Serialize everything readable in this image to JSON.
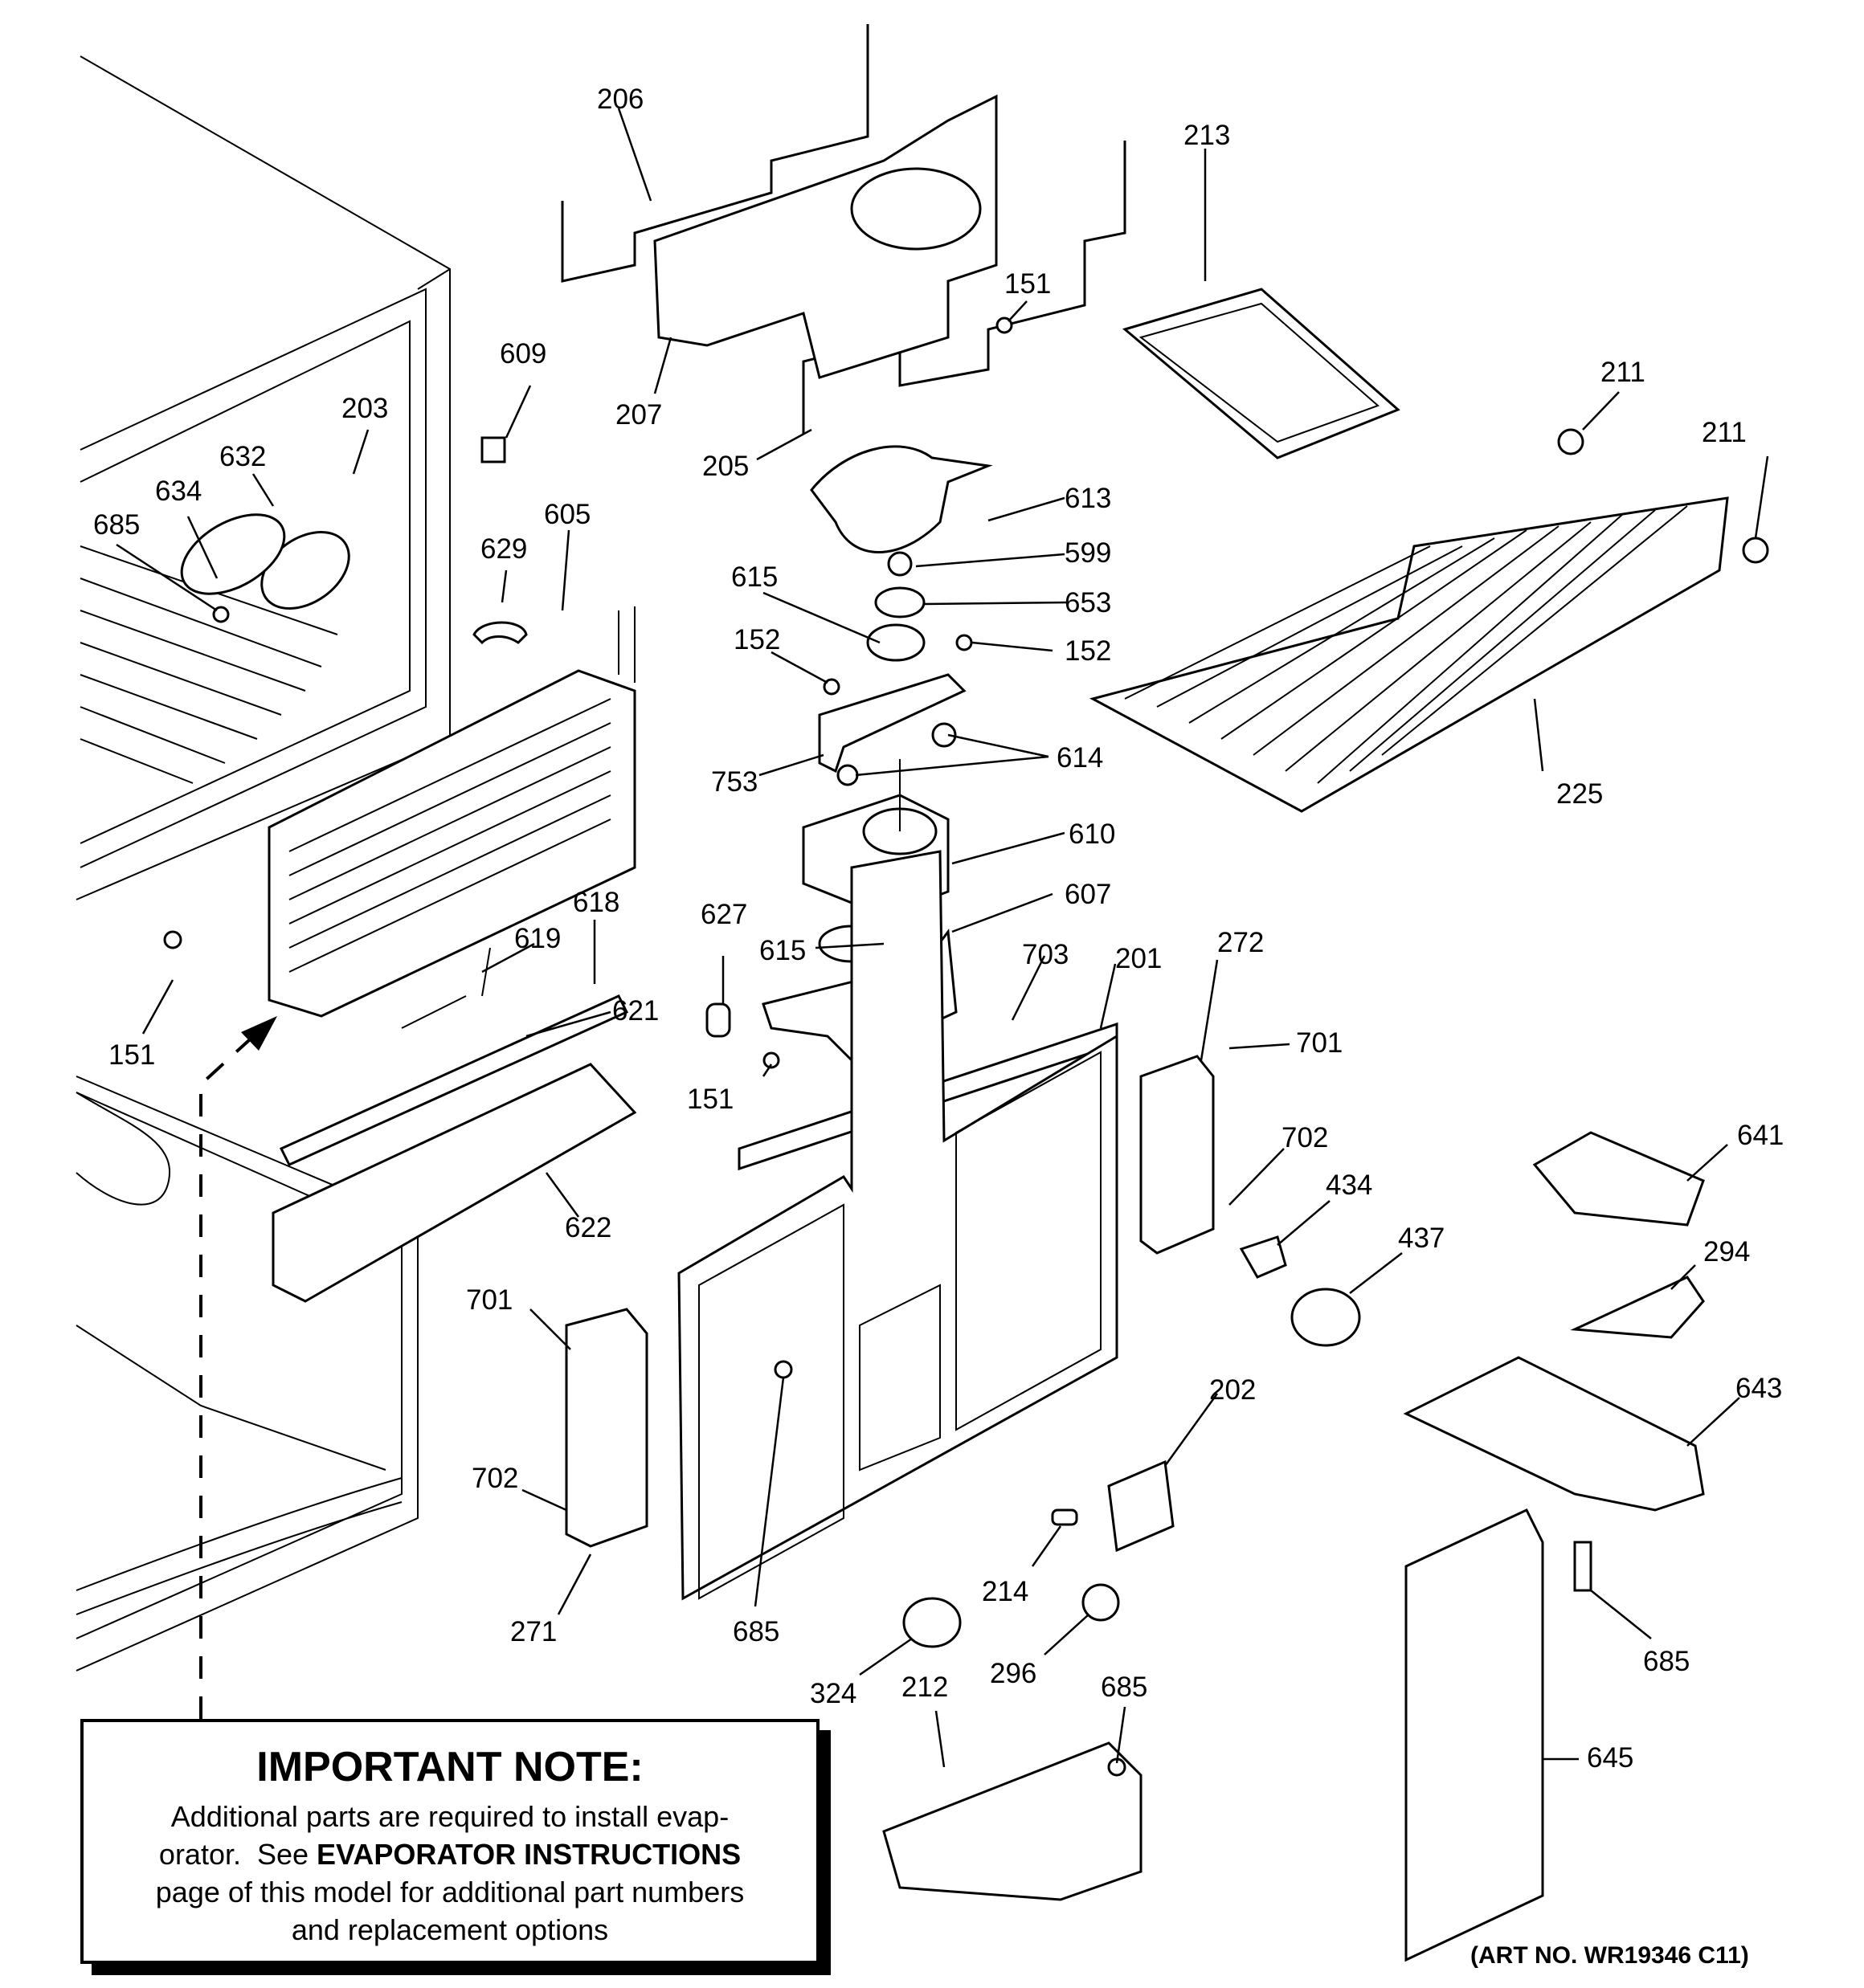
{
  "note": {
    "title": "IMPORTANT NOTE:",
    "line1": "Additional parts are required to install evap-",
    "line2_prefix": "orator.  See ",
    "line2_bold": "EVAPORATOR INSTRUCTIONS",
    "line3": "page of this model for additional part numbers",
    "line4": "and replacement options"
  },
  "art_number": "(ART NO. WR19346 C11)",
  "callouts": [
    {
      "id": "c-206",
      "label": "206"
    },
    {
      "id": "c-213",
      "label": "213"
    },
    {
      "id": "c-151a",
      "label": "151"
    },
    {
      "id": "c-609",
      "label": "609"
    },
    {
      "id": "c-203",
      "label": "203"
    },
    {
      "id": "c-207",
      "label": "207"
    },
    {
      "id": "c-211a",
      "label": "211"
    },
    {
      "id": "c-211b",
      "label": "211"
    },
    {
      "id": "c-632",
      "label": "632"
    },
    {
      "id": "c-205",
      "label": "205"
    },
    {
      "id": "c-634",
      "label": "634"
    },
    {
      "id": "c-613",
      "label": "613"
    },
    {
      "id": "c-685a",
      "label": "685"
    },
    {
      "id": "c-605",
      "label": "605"
    },
    {
      "id": "c-629",
      "label": "629"
    },
    {
      "id": "c-599",
      "label": "599"
    },
    {
      "id": "c-615a",
      "label": "615"
    },
    {
      "id": "c-653",
      "label": "653"
    },
    {
      "id": "c-152a",
      "label": "152"
    },
    {
      "id": "c-152b",
      "label": "152"
    },
    {
      "id": "c-614",
      "label": "614"
    },
    {
      "id": "c-753",
      "label": "753"
    },
    {
      "id": "c-225",
      "label": "225"
    },
    {
      "id": "c-610",
      "label": "610"
    },
    {
      "id": "c-618",
      "label": "618"
    },
    {
      "id": "c-627",
      "label": "627"
    },
    {
      "id": "c-607",
      "label": "607"
    },
    {
      "id": "c-619",
      "label": "619"
    },
    {
      "id": "c-615b",
      "label": "615"
    },
    {
      "id": "c-703",
      "label": "703"
    },
    {
      "id": "c-201",
      "label": "201"
    },
    {
      "id": "c-272",
      "label": "272"
    },
    {
      "id": "c-621",
      "label": "621"
    },
    {
      "id": "c-701a",
      "label": "701"
    },
    {
      "id": "c-151b",
      "label": "151"
    },
    {
      "id": "c-151c",
      "label": "151"
    },
    {
      "id": "c-702a",
      "label": "702"
    },
    {
      "id": "c-641",
      "label": "641"
    },
    {
      "id": "c-434",
      "label": "434"
    },
    {
      "id": "c-622",
      "label": "622"
    },
    {
      "id": "c-437",
      "label": "437"
    },
    {
      "id": "c-294",
      "label": "294"
    },
    {
      "id": "c-701b",
      "label": "701"
    },
    {
      "id": "c-643",
      "label": "643"
    },
    {
      "id": "c-202",
      "label": "202"
    },
    {
      "id": "c-702b",
      "label": "702"
    },
    {
      "id": "c-214",
      "label": "214"
    },
    {
      "id": "c-271",
      "label": "271"
    },
    {
      "id": "c-685b",
      "label": "685"
    },
    {
      "id": "c-685c",
      "label": "685"
    },
    {
      "id": "c-296",
      "label": "296"
    },
    {
      "id": "c-324",
      "label": "324"
    },
    {
      "id": "c-212",
      "label": "212"
    },
    {
      "id": "c-685d",
      "label": "685"
    },
    {
      "id": "c-645",
      "label": "645"
    }
  ]
}
